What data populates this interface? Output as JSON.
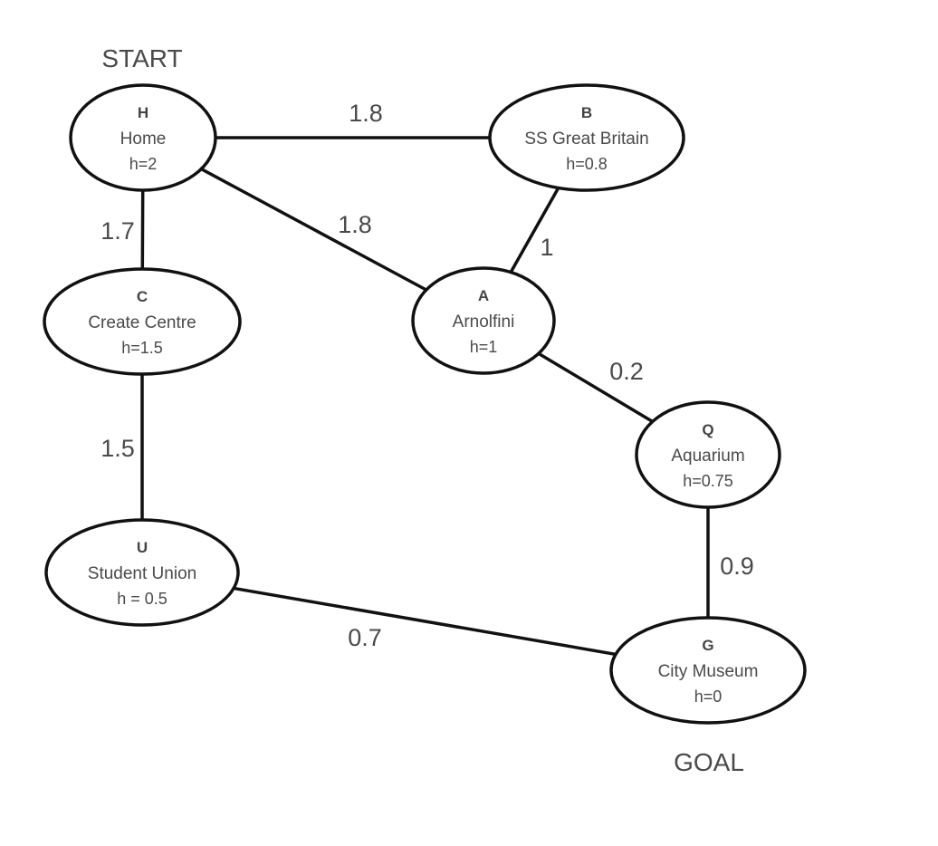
{
  "labels": {
    "start": "START",
    "goal": "GOAL"
  },
  "nodes": [
    {
      "key": "H",
      "name": "Home",
      "h": "h=2"
    },
    {
      "key": "B",
      "name": "SS Great Britain",
      "h": "h=0.8"
    },
    {
      "key": "C",
      "name": "Create Centre",
      "h": "h=1.5"
    },
    {
      "key": "A",
      "name": "Arnolfini",
      "h": "h=1"
    },
    {
      "key": "Q",
      "name": "Aquarium",
      "h": "h=0.75"
    },
    {
      "key": "U",
      "name": "Student Union",
      "h": "h = 0.5"
    },
    {
      "key": "G",
      "name": "City Museum",
      "h": "h=0"
    }
  ],
  "edges": [
    {
      "from": "H",
      "to": "B",
      "weight": "1.8"
    },
    {
      "from": "H",
      "to": "A",
      "weight": "1.8"
    },
    {
      "from": "H",
      "to": "C",
      "weight": "1.7"
    },
    {
      "from": "B",
      "to": "A",
      "weight": "1"
    },
    {
      "from": "A",
      "to": "Q",
      "weight": "0.2"
    },
    {
      "from": "C",
      "to": "U",
      "weight": "1.5"
    },
    {
      "from": "Q",
      "to": "G",
      "weight": "0.9"
    },
    {
      "from": "U",
      "to": "G",
      "weight": "0.7"
    }
  ],
  "colors": {
    "stroke": "#111111",
    "text": "#4a4a4a",
    "background": "#ffffff"
  }
}
